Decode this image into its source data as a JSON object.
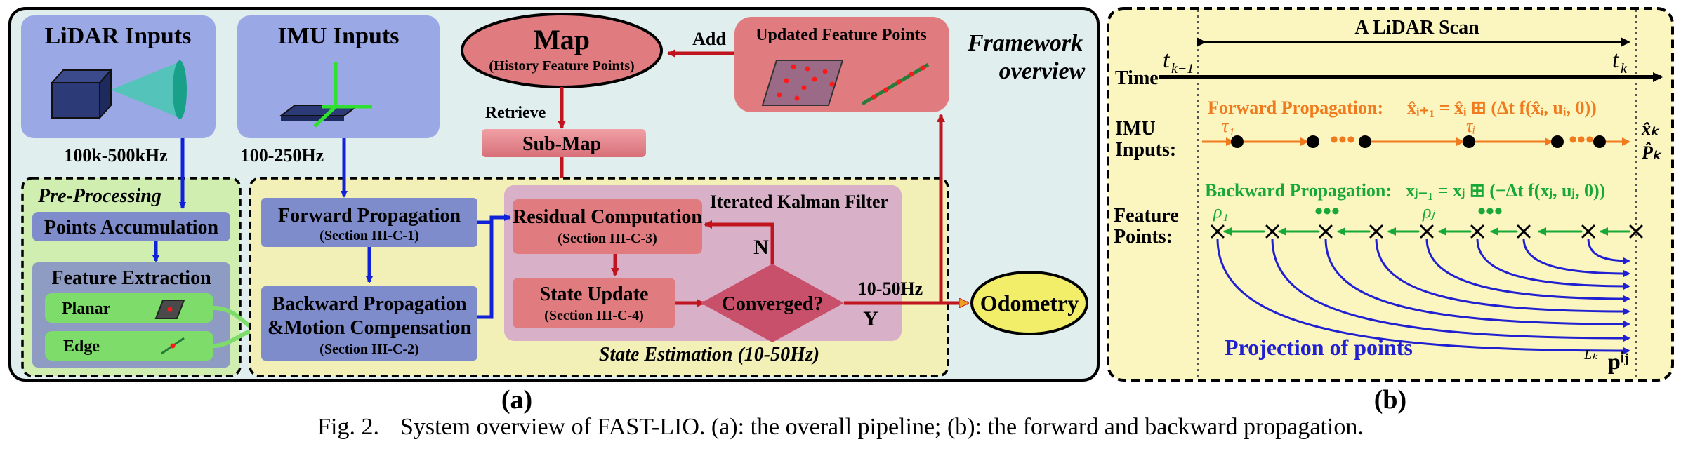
{
  "panel_a": {
    "label": "(a)",
    "framework_title": [
      "Framework",
      "overview"
    ],
    "lidar": {
      "title": "LiDAR Inputs",
      "rate": "100k-500kHz"
    },
    "imu": {
      "title": "IMU Inputs",
      "rate": "100-250Hz"
    },
    "map": {
      "title": "Map",
      "subtitle": "(History Feature Points)"
    },
    "add_label": "Add",
    "updated_points": "Updated Feature Points",
    "retrieve_label": "Retrieve",
    "submap": "Sub-Map",
    "preprocessing": {
      "title": "Pre-Processing",
      "accumulation": "Points Accumulation",
      "feature_extraction": "Feature Extraction",
      "planar": "Planar",
      "edge": "Edge"
    },
    "forward": {
      "title": "Forward Propagation",
      "section": "(Section III-C-1)"
    },
    "backward": {
      "title1": "Backward Propagation",
      "title2": "&Motion Compensation",
      "section": "(Section III-C-2)"
    },
    "residual": {
      "title": "Residual Computation",
      "section": "(Section III-C-3)"
    },
    "ikf_label": "Iterated Kalman Filter",
    "state_update": {
      "title": "State Update",
      "section": "(Section III-C-4)"
    },
    "converged": "Converged?",
    "no_label": "N",
    "yes_label": "Y",
    "rate_out": "10-50Hz",
    "odometry": "Odometry",
    "state_estimation": "State Estimation (10-50Hz)"
  },
  "panel_b": {
    "label": "(b)",
    "scan_title": "A LiDAR Scan",
    "t_start": "t",
    "t_start_sub": "k−1",
    "t_end": "t",
    "t_end_sub": "k",
    "time_label": "Time",
    "imu_label": [
      "IMU",
      "Inputs:"
    ],
    "feature_label": [
      "Feature",
      "Points:"
    ],
    "forward_label": "Forward Propagation:",
    "forward_eq": "x̂ᵢ₊₁ = x̂ᵢ ⊞ (Δt f(x̂ᵢ, uᵢ, 0))",
    "backward_label": "Backward Propagation:",
    "backward_eq": "xⱼ₋₁ = xⱼ ⊞ (−Δt f(xⱼ, uⱼ, 0))",
    "tau1": "τ₁",
    "taui": "τᵢ",
    "rho1": "ρ₁",
    "rhoj": "ρⱼ",
    "xk": "x̂ₖ",
    "pk": "P̂ₖ",
    "projection": "Projection of points",
    "lk": "Lₖ",
    "pfj": "pⁱʲ"
  },
  "caption": {
    "fig": "Fig. 2.",
    "text": "System overview of FAST-LIO. (a): the overall pipeline; (b): the forward and backward propagation."
  },
  "colors": {
    "panel_a_bg": "#e0eeee",
    "lidar_box": "#9aa8e6",
    "preproc_bg": "#cfeeb0",
    "state_bg": "#f2f0b6",
    "ikf_bg": "#d8b0c8",
    "red_box": "#e07c80",
    "blue_arrow": "#1022d8",
    "red_arrow": "#c0141e",
    "odometry": "#f2ee6a",
    "panel_b_bg": "#fbf6c0",
    "forward_orange": "#f07a1e",
    "backward_green": "#18a838",
    "projection_blue": "#2020d0"
  }
}
